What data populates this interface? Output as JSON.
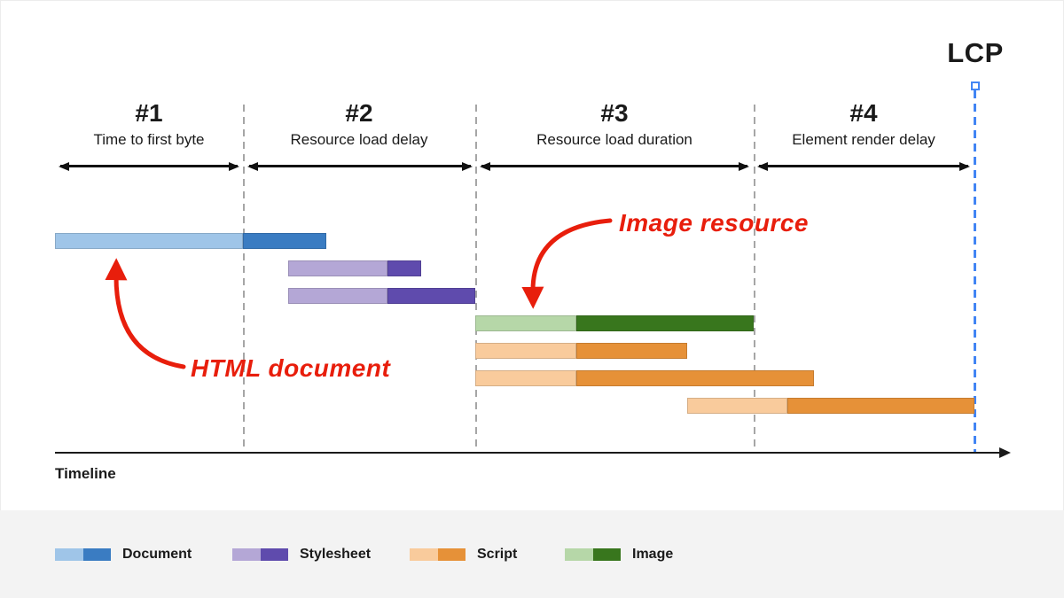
{
  "lcp": {
    "label": "LCP"
  },
  "phases": [
    {
      "number": "#1",
      "label": "Time to first byte"
    },
    {
      "number": "#2",
      "label": "Resource load delay"
    },
    {
      "number": "#3",
      "label": "Resource load duration"
    },
    {
      "number": "#4",
      "label": "Element render delay"
    }
  ],
  "annotations": {
    "document": "HTML document",
    "image": "Image resource"
  },
  "timeline_label": "Timeline",
  "legend": [
    {
      "label": "Document",
      "light": "#9fc5e8",
      "dark": "#3a7cc2"
    },
    {
      "label": "Stylesheet",
      "light": "#b4a7d6",
      "dark": "#5f4bad"
    },
    {
      "label": "Script",
      "light": "#f9cb9c",
      "dark": "#e69138"
    },
    {
      "label": "Image",
      "light": "#b6d7a8",
      "dark": "#38761d"
    }
  ],
  "colors": {
    "annotation_red": "#e81e0c",
    "lcp_line_blue": "#4285f4",
    "separator_gray": "#a6a6a6",
    "legend_strip_bg": "#f3f3f3",
    "text": "#1a1a1a"
  },
  "chart_data": {
    "type": "gantt",
    "x_unit": "timeline-px",
    "phase_boundaries": [
      62,
      274,
      536,
      850,
      1100
    ],
    "bars": [
      {
        "resource": "document",
        "row": 0,
        "start": 62,
        "split": 274,
        "end": 368
      },
      {
        "resource": "stylesheet",
        "row": 1,
        "start": 325,
        "split": 437,
        "end": 475
      },
      {
        "resource": "stylesheet",
        "row": 2,
        "start": 325,
        "split": 437,
        "end": 536
      },
      {
        "resource": "image",
        "row": 3,
        "start": 536,
        "split": 650,
        "end": 850
      },
      {
        "resource": "script",
        "row": 4,
        "start": 536,
        "split": 650,
        "end": 775
      },
      {
        "resource": "script",
        "row": 5,
        "start": 536,
        "split": 650,
        "end": 918
      },
      {
        "resource": "script",
        "row": 6,
        "start": 775,
        "split": 888,
        "end": 1099
      }
    ]
  }
}
